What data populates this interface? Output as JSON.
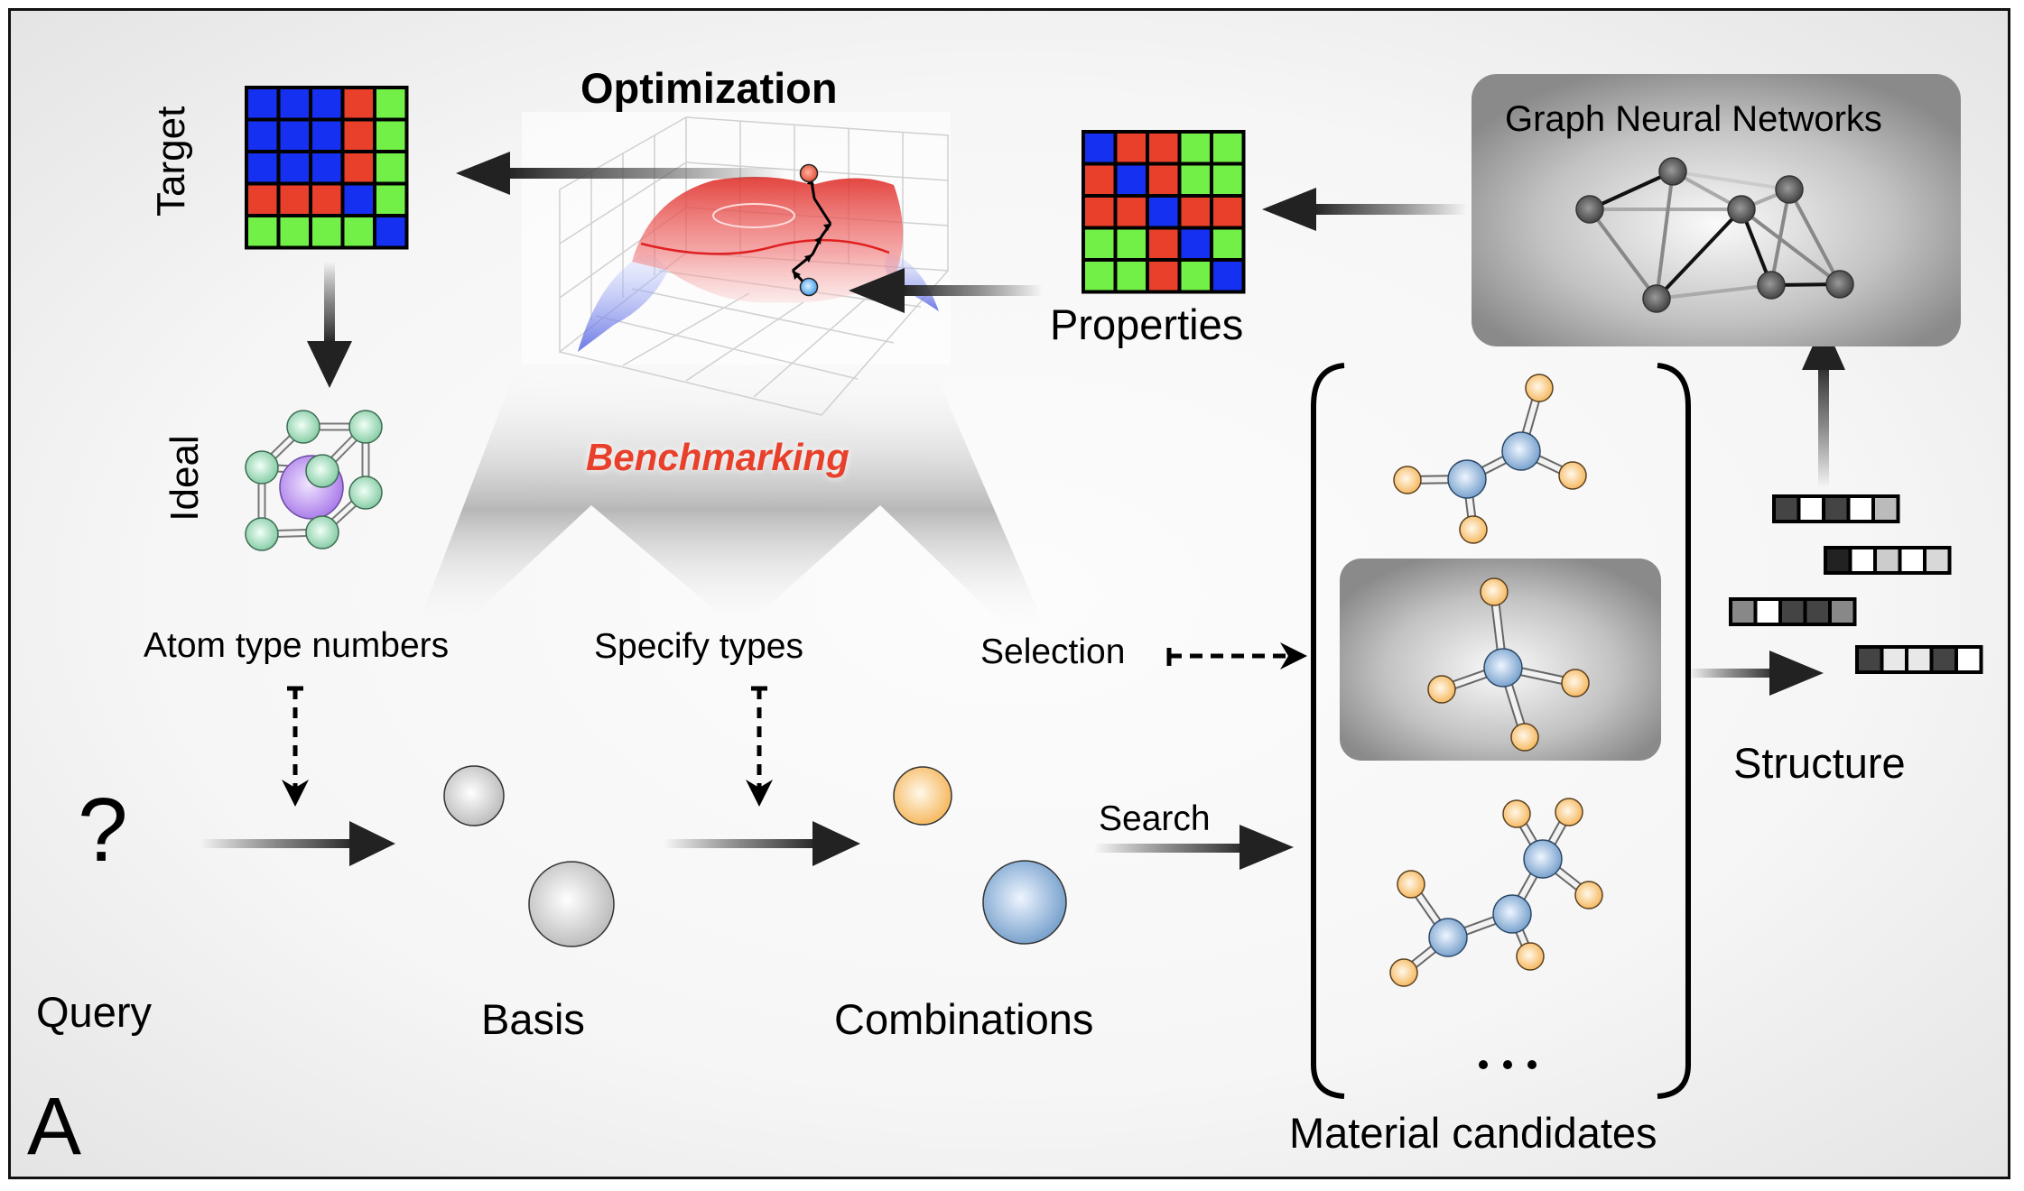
{
  "panel_label": "A",
  "labels": {
    "target": "Target",
    "ideal": "Ideal",
    "optimization": "Optimization",
    "benchmarking": "Benchmarking",
    "properties": "Properties",
    "gnn": "Graph Neural Networks",
    "atom_type_numbers": "Atom type numbers",
    "specify_types": "Specify types",
    "selection": "Selection",
    "query": "Query",
    "query_symbol": "?",
    "basis": "Basis",
    "combinations": "Combinations",
    "search": "Search",
    "structure": "Structure",
    "material_candidates": "Material candidates",
    "ellipsis": "• • •"
  },
  "colors": {
    "grid_blue": "#1530f0",
    "grid_red": "#e8402a",
    "grid_green": "#72f048",
    "benchmark_red": "#e8402a",
    "atom_blue": "#6f9bc9",
    "atom_orange": "#f5b455",
    "atom_gray": "#c8c8c8",
    "atom_green": "#8fd3ae",
    "atom_purple": "#b083ec"
  },
  "target_matrix": [
    [
      "B",
      "B",
      "B",
      "R",
      "G"
    ],
    [
      "B",
      "B",
      "B",
      "R",
      "G"
    ],
    [
      "B",
      "B",
      "B",
      "R",
      "G"
    ],
    [
      "R",
      "R",
      "R",
      "B",
      "G"
    ],
    [
      "G",
      "G",
      "G",
      "G",
      "B"
    ]
  ],
  "properties_matrix": [
    [
      "B",
      "R",
      "R",
      "G",
      "G"
    ],
    [
      "R",
      "B",
      "R",
      "G",
      "G"
    ],
    [
      "R",
      "R",
      "B",
      "R",
      "R"
    ],
    [
      "G",
      "G",
      "R",
      "B",
      "G"
    ],
    [
      "G",
      "G",
      "R",
      "G",
      "B"
    ]
  ],
  "structure_vectors": [
    [
      "#444444",
      "#ffffff",
      "#444444",
      "#ffffff",
      "#bbbbbb"
    ],
    [
      "#222222",
      "#ffffff",
      "#cccccc",
      "#ffffff",
      "#d8d8d8"
    ],
    [
      "#888888",
      "#ffffff",
      "#444444",
      "#444444",
      "#888888"
    ],
    [
      "#444444",
      "#e8e8e8",
      "#e8e8e8",
      "#444444",
      "#ffffff"
    ]
  ],
  "candidates": [
    {
      "name": "candidate-1",
      "selected": false
    },
    {
      "name": "candidate-2",
      "selected": true
    },
    {
      "name": "candidate-3",
      "selected": false
    }
  ]
}
